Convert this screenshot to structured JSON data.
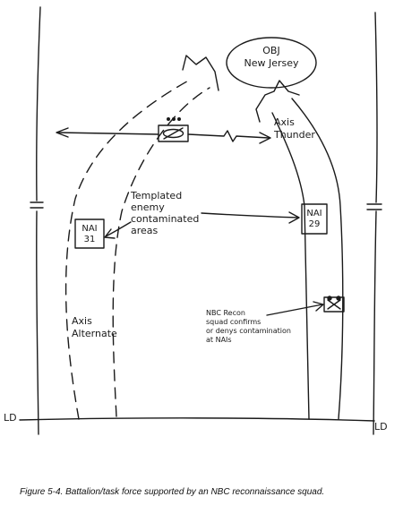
{
  "figure": {
    "caption": "Figure 5-4. Battalion/task force supported by an NBC reconnaissance squad."
  },
  "objective": {
    "line1": "OBJ",
    "line2": "New Jersey"
  },
  "axis_thunder": {
    "line1": "Axis",
    "line2": "Thunder"
  },
  "axis_alternate": {
    "line1": "Axis",
    "line2": "Alternate"
  },
  "templated_areas": {
    "line1": "Templated",
    "line2": "enemy",
    "line3": "contaminated",
    "line4": "areas"
  },
  "nai_31": {
    "line1": "NAI",
    "line2": "31"
  },
  "nai_29": {
    "line1": "NAI",
    "line2": "29"
  },
  "nbc_note": {
    "line1": "NBC Recon",
    "line2": "squad confirms",
    "line3": "or denys contamination",
    "line4": "at NAIs"
  },
  "line_of_departure": {
    "left": "LD",
    "right": "LD"
  },
  "colors": {
    "ink": "#1a1a1a",
    "background": "#ffffff"
  }
}
